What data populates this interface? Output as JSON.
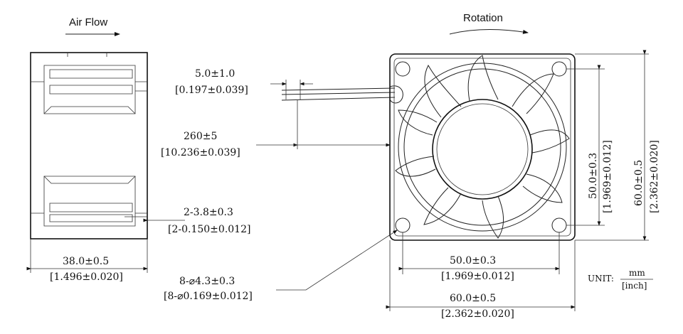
{
  "labels": {
    "air_flow": "Air Flow",
    "rotation": "Rotation",
    "lead_strip_mm": "5.0±1.0",
    "lead_strip_in": "[0.197±0.039]",
    "lead_length_mm": "260±5",
    "lead_length_in": "[10.236±0.039]",
    "screw_depth_mm": "2-3.8±0.3",
    "screw_depth_in": "[2-0.150±0.012]",
    "thickness_mm": "38.0±0.5",
    "thickness_in": "[1.496±0.020]",
    "holes_mm": "8-⌀4.3±0.3",
    "holes_in": "[8-⌀0.169±0.012]",
    "hole_pitch_h_mm": "50.0±0.3",
    "hole_pitch_h_in": "[1.969±0.012]",
    "width_mm": "60.0±0.5",
    "width_in": "[2.362±0.020]",
    "hole_pitch_v_mm": "50.0±0.3",
    "hole_pitch_v_in": "[1.969±0.012]",
    "height_mm": "60.0±0.5",
    "height_in": "[2.362±0.020]",
    "unit_label": "UNIT:",
    "unit_num": "mm",
    "unit_den": "[inch]"
  }
}
